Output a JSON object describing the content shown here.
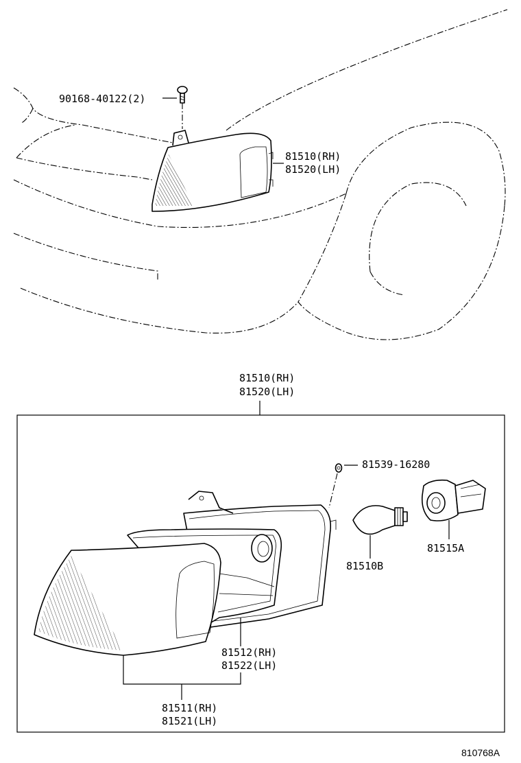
{
  "top_view": {
    "screw_label": "90168-40122(2)",
    "lamp_label_rh": "81510(RH)",
    "lamp_label_lh": "81520(LH)"
  },
  "exploded_view": {
    "assembly_label_rh": "81510(RH)",
    "assembly_label_lh": "81520(LH)",
    "screw_label": "81539-16280",
    "bulb_label": "81510B",
    "socket_label": "81515A",
    "housing_label_rh": "81512(RH)",
    "housing_label_lh": "81522(LH)",
    "lens_label_rh": "81511(RH)",
    "lens_label_lh": "81521(LH)"
  },
  "figure_ref": "810768A"
}
